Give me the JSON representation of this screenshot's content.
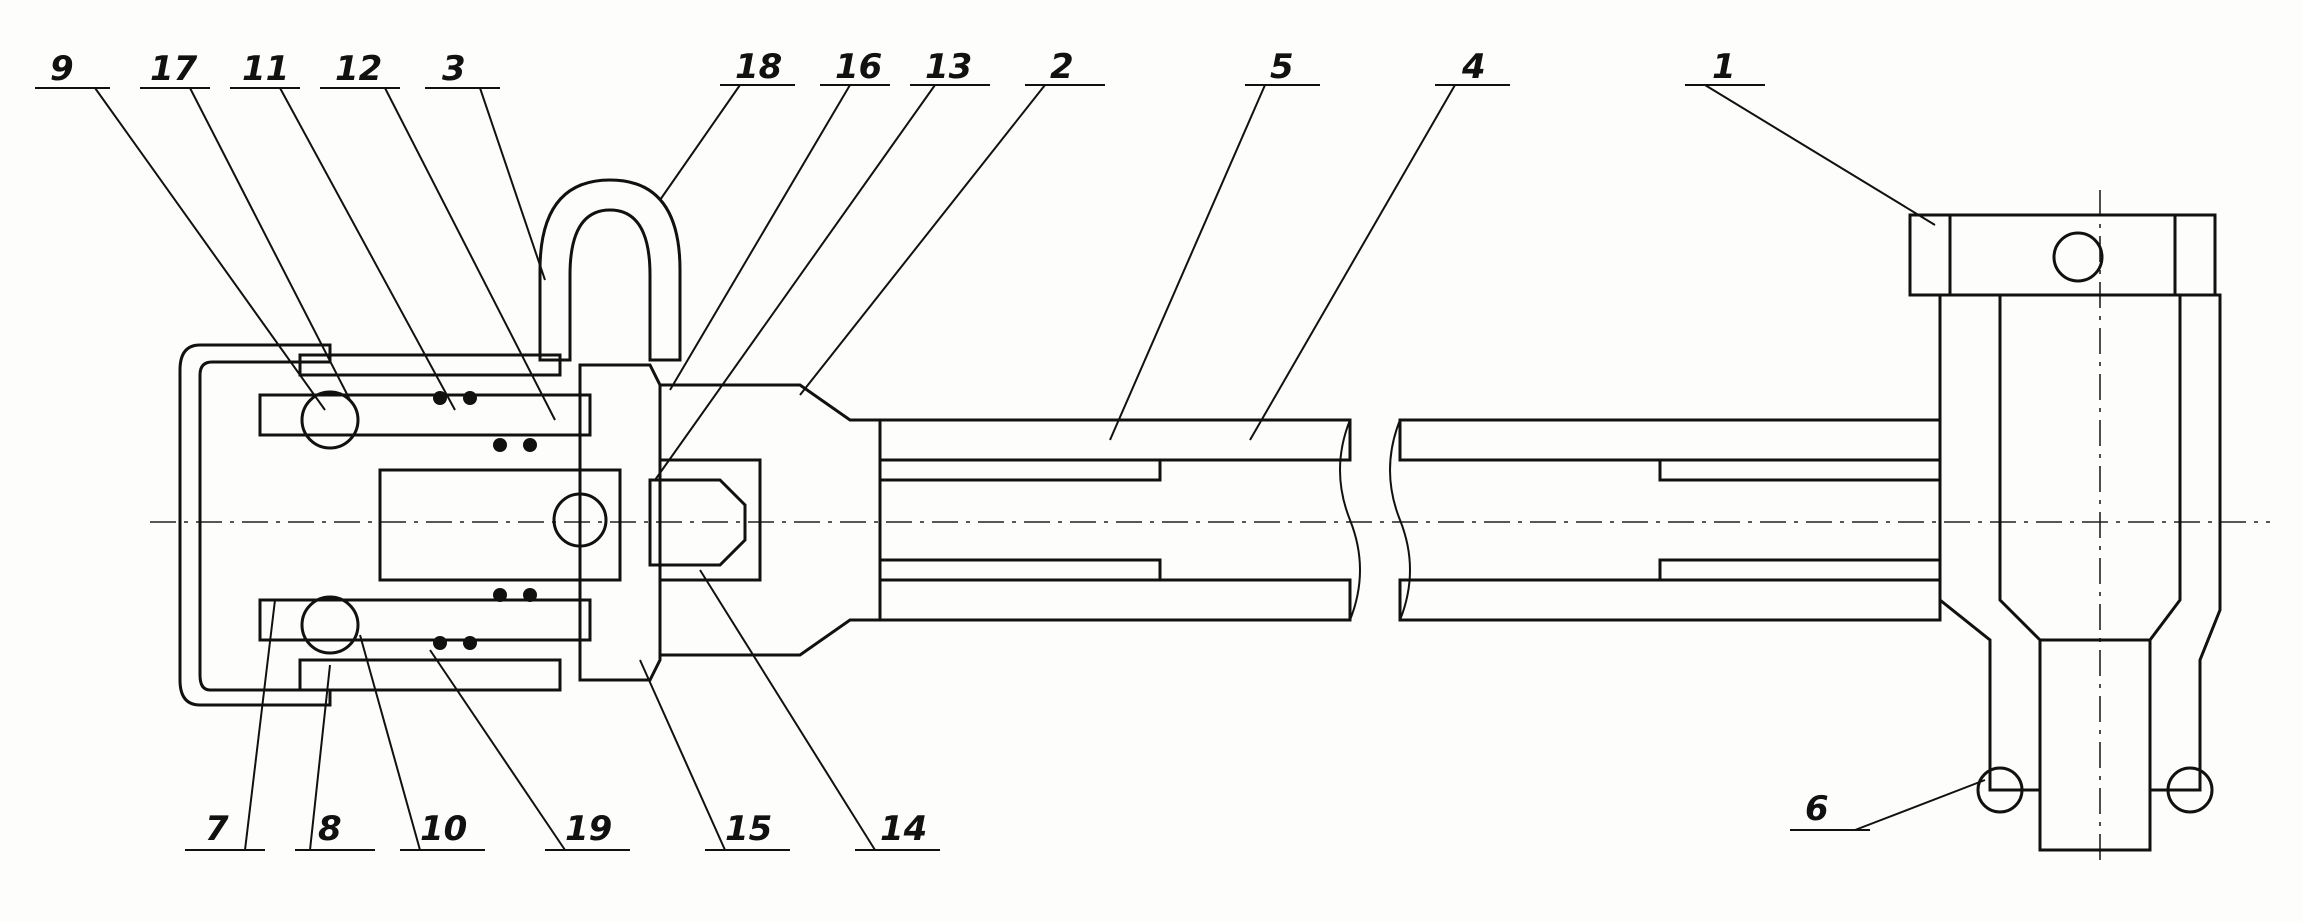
{
  "figure": {
    "callouts_top": [
      "9",
      "17",
      "11",
      "12",
      "3",
      "18",
      "16",
      "13",
      "2",
      "5",
      "4",
      "1"
    ],
    "callouts_bottom": [
      "7",
      "8",
      "10",
      "19",
      "15",
      "14",
      "6"
    ]
  },
  "colors": {
    "ink": "#111111",
    "paper": "#fdfdfc"
  }
}
